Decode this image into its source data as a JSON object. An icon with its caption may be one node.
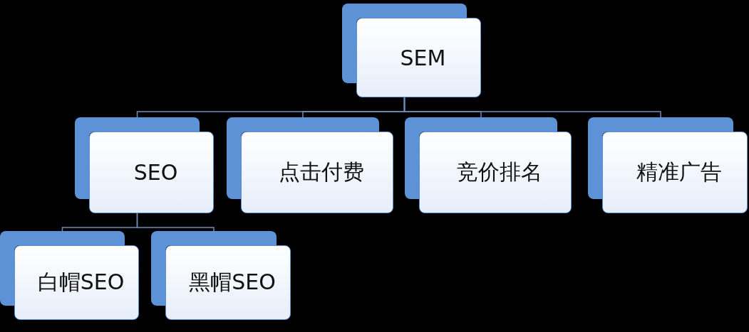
{
  "diagram": {
    "nodes": [
      {
        "text": [
          "SEM"
        ]
      },
      {
        "text": [
          "SEO"
        ]
      },
      {
        "text": [
          "点击付费"
        ]
      },
      {
        "text": [
          "竞价排名"
        ]
      },
      {
        "text": [
          "精准广告"
        ]
      },
      {
        "text": [
          "白帽SEO"
        ]
      },
      {
        "text": [
          "黑帽SEO"
        ]
      }
    ],
    "edges": [
      {
        "from": 0,
        "to": 1,
        "arrow": "none"
      },
      {
        "from": 0,
        "to": 2,
        "arrow": "none"
      },
      {
        "from": 0,
        "to": 3,
        "arrow": "none"
      },
      {
        "from": 0,
        "to": 4,
        "arrow": "none"
      },
      {
        "from": 1,
        "to": 5,
        "arrow": "none"
      },
      {
        "from": 1,
        "to": 6,
        "arrow": "none"
      }
    ]
  }
}
